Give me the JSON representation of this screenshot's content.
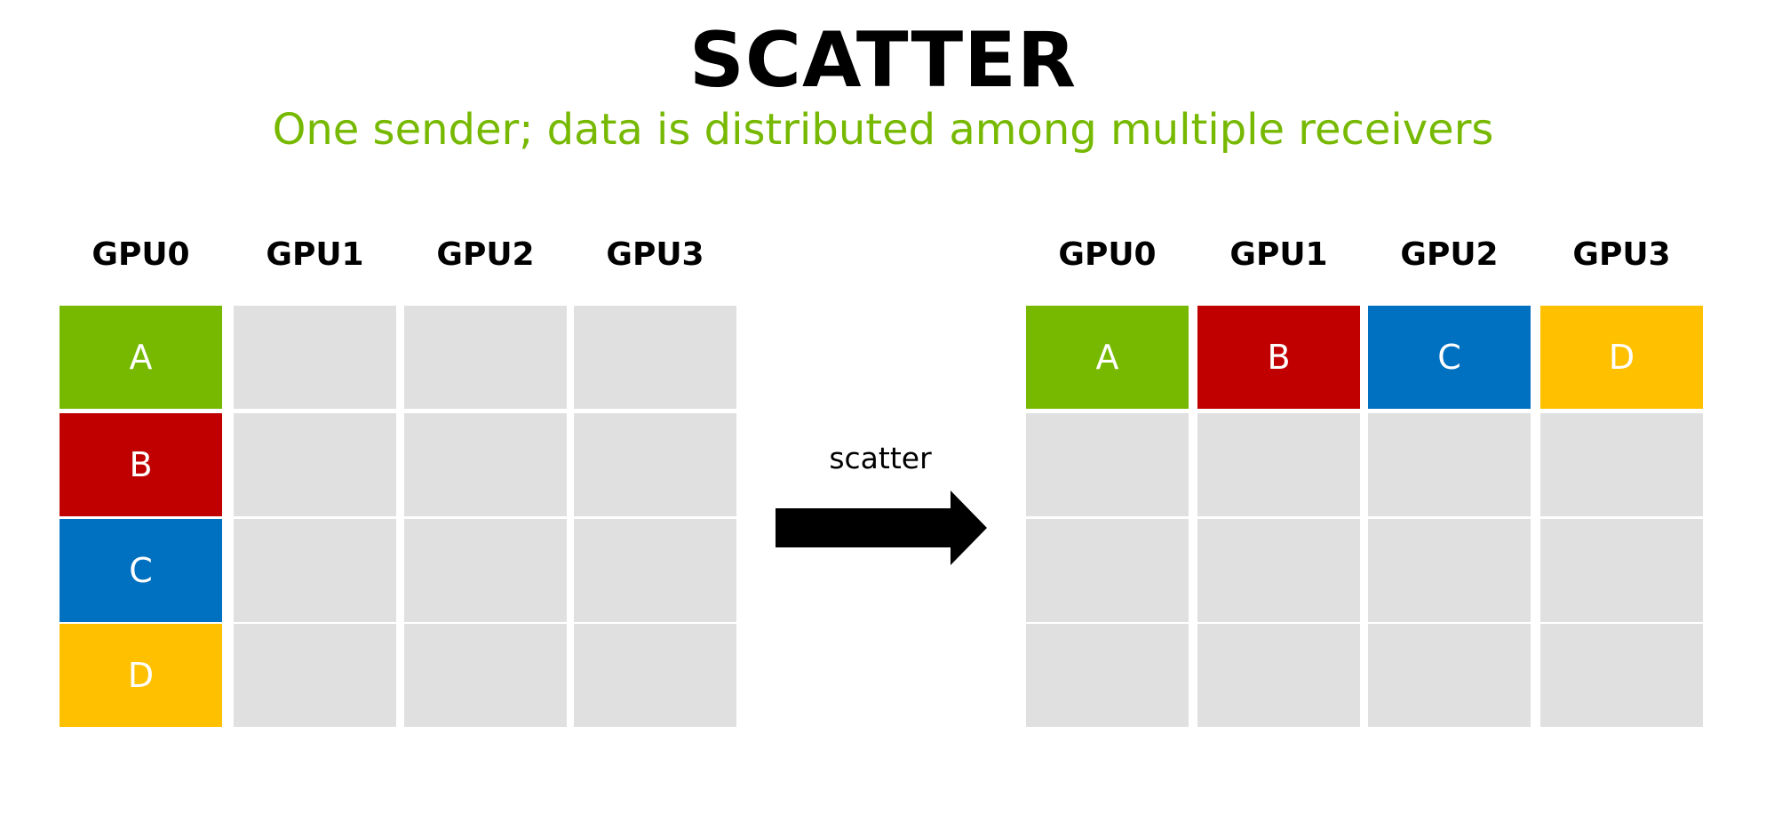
{
  "title": "SCATTER",
  "subtitle": "One sender; data is distributed among multiple receivers",
  "colors": {
    "A": "#76b900",
    "B": "#c00000",
    "C": "#0070c0",
    "D": "#ffc000",
    "empty": "#e0e0e0",
    "subtitle": "#76b900"
  },
  "before": {
    "headers": [
      "GPU0",
      "GPU1",
      "GPU2",
      "GPU3"
    ],
    "cells": [
      [
        "A",
        "",
        "",
        ""
      ],
      [
        "B",
        "",
        "",
        ""
      ],
      [
        "C",
        "",
        "",
        ""
      ],
      [
        "D",
        "",
        "",
        ""
      ]
    ]
  },
  "arrow": {
    "label": "scatter",
    "icon": "right-arrow-icon"
  },
  "after": {
    "headers": [
      "GPU0",
      "GPU1",
      "GPU2",
      "GPU3"
    ],
    "cells": [
      [
        "A",
        "B",
        "C",
        "D"
      ],
      [
        "",
        "",
        "",
        ""
      ],
      [
        "",
        "",
        "",
        ""
      ],
      [
        "",
        "",
        "",
        ""
      ]
    ]
  }
}
